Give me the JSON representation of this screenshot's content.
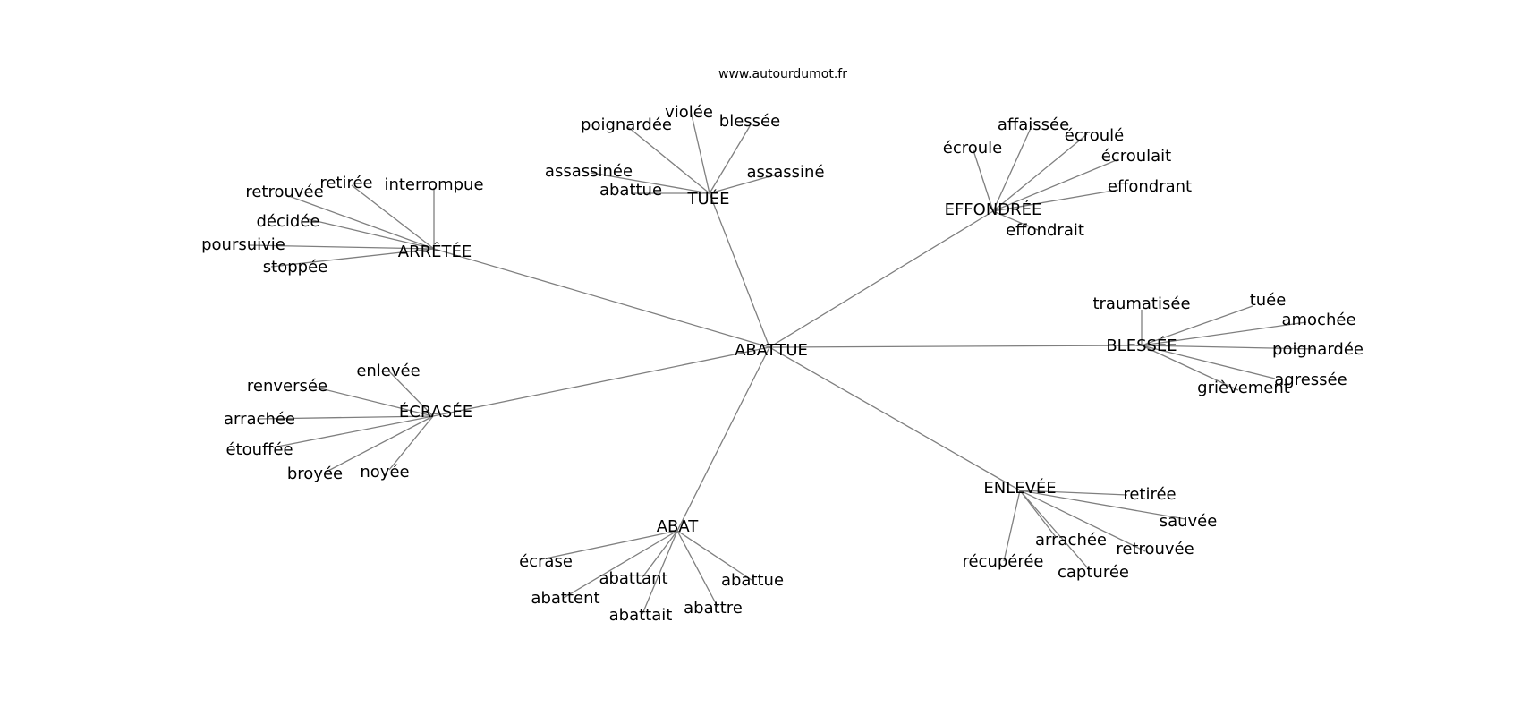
{
  "source": "www.autourdumot.fr",
  "center": "ABATTUE",
  "groups": [
    {
      "label": "TUÉE",
      "children": [
        "violée",
        "poignardée",
        "blessée",
        "assassinée",
        "abattue",
        "assassiné"
      ]
    },
    {
      "label": "EFFONDRÉE",
      "children": [
        "affaissée",
        "écroule",
        "écroulé",
        "écroulait",
        "effondrant",
        "effondrait"
      ]
    },
    {
      "label": "ARRÊTÉE",
      "children": [
        "retirée",
        "interrompue",
        "retrouvée",
        "décidée",
        "poursuivie",
        "stoppée"
      ]
    },
    {
      "label": "BLESSÉE",
      "children": [
        "traumatisée",
        "tuée",
        "amochée",
        "poignardée",
        "agressée",
        "grièvement"
      ]
    },
    {
      "label": "ÉCRASÉE",
      "children": [
        "enlevée",
        "renversée",
        "arrachée",
        "étouffée",
        "broyée",
        "noyée"
      ]
    },
    {
      "label": "ENLEVÉE",
      "children": [
        "retirée",
        "sauvée",
        "arrachée",
        "retrouvée",
        "récupérée",
        "capturée"
      ]
    },
    {
      "label": "ABAT",
      "children": [
        "écrase",
        "abattant",
        "abattue",
        "abattent",
        "abattait",
        "abattre"
      ]
    }
  ]
}
